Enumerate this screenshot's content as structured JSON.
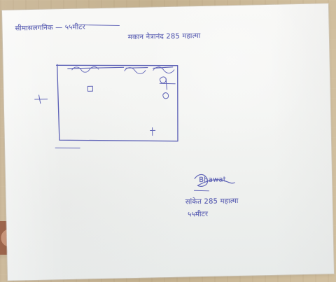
{
  "colors": {
    "ink": "#5f63b7",
    "paper": "#f4f5f3",
    "table": "#c8b594",
    "hand": "#c99479"
  },
  "document": {
    "header_left": "सीमासलगनिक — ५५मीटर",
    "header_right": "मकान नेत्रानंद 285 महात्मा",
    "signature_name": "Bhawat",
    "signature_line_1": "सांकेत 285 महात्मा",
    "signature_line_2": "५५मीटर"
  }
}
